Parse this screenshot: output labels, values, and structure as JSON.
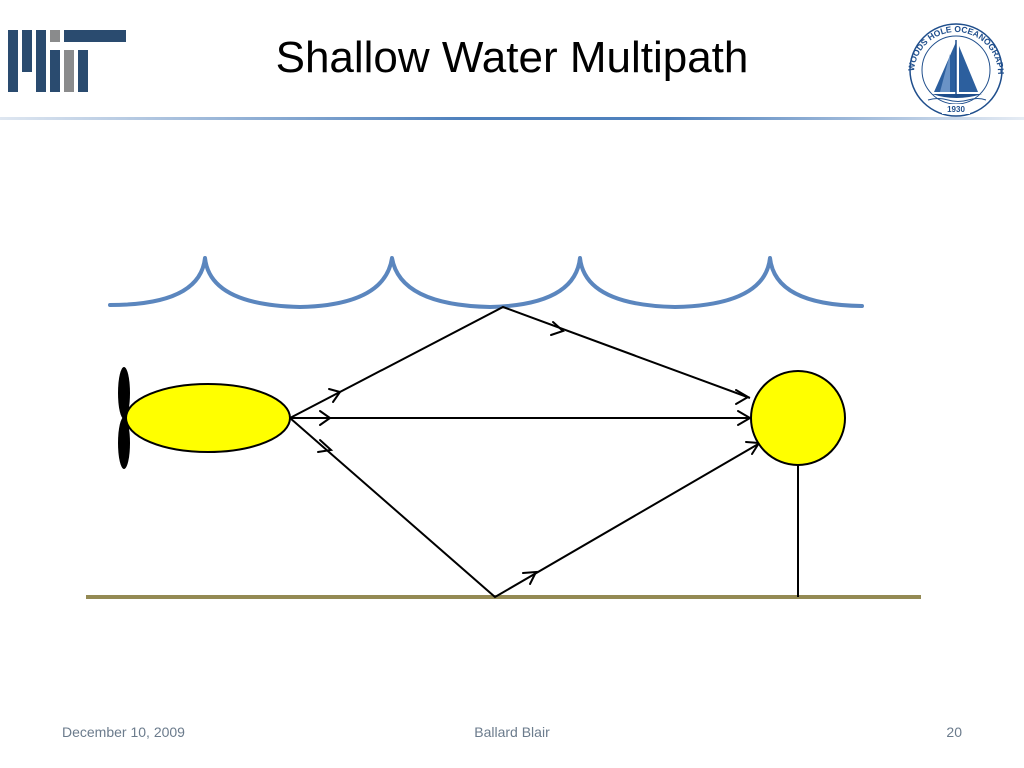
{
  "slide": {
    "title": "Shallow Water Multipath"
  },
  "logos": {
    "left_icon": "mit-logo",
    "right_icon": "whoi-seal",
    "right_seal_text": "WOODS HOLE OCEANOGRAPHIC INSTITUTION",
    "right_seal_year": "1930"
  },
  "colors": {
    "accent_blue": "#4f81bd",
    "surface_wave": "#5b86be",
    "seabed": "#948a54",
    "node_fill": "#ffff00",
    "mit_gray": "#8a8b8c",
    "mit_dark": "#2a4b6f",
    "footer_text": "#6b7b8c"
  },
  "footer": {
    "date": "December 10, 2009",
    "author": "Ballard Blair",
    "page": "20"
  }
}
